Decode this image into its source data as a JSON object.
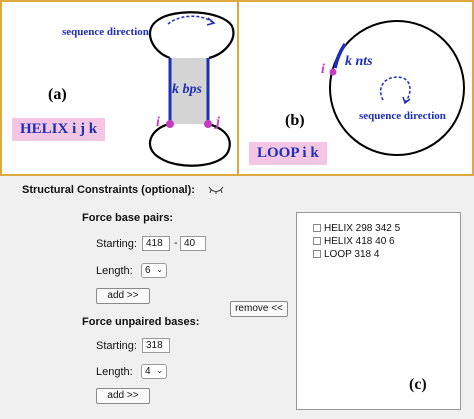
{
  "panel_a": {
    "label": "(a)",
    "seq_direction": "sequence direction",
    "k_bps": "k bps",
    "i": "i",
    "j": "j",
    "helix_tag": "HELIX  i  j  k"
  },
  "panel_b": {
    "label": "(b)",
    "i": "i",
    "k_nts": "k nts",
    "seq_direction": "sequence direction",
    "loop_tag": "LOOP  i  k"
  },
  "form": {
    "title": "Structural Constraints (optional):",
    "force_pairs": {
      "heading": "Force base pairs:",
      "starting_label": "Starting:",
      "start_i": "418",
      "separator": "-",
      "start_j": "40",
      "length_label": "Length:",
      "length_value": "6",
      "add_label": "add >>"
    },
    "force_unpaired": {
      "heading": "Force unpaired bases:",
      "starting_label": "Starting:",
      "start": "318",
      "length_label": "Length:",
      "length_value": "4",
      "add_label": "add >>"
    },
    "remove_label": "remove <<",
    "constraints": [
      {
        "text": "HELIX 298 342 5",
        "checked": false
      },
      {
        "text": "HELIX 418 40 6",
        "checked": false
      },
      {
        "text": "LOOP 318 4",
        "checked": false
      }
    ],
    "panel_c_label": "(c)"
  },
  "colors": {
    "panel_border": "#e0a840",
    "blue": "#1d2eb8",
    "magenta": "#c53cc0",
    "tag_bg": "#f5c6e3"
  }
}
